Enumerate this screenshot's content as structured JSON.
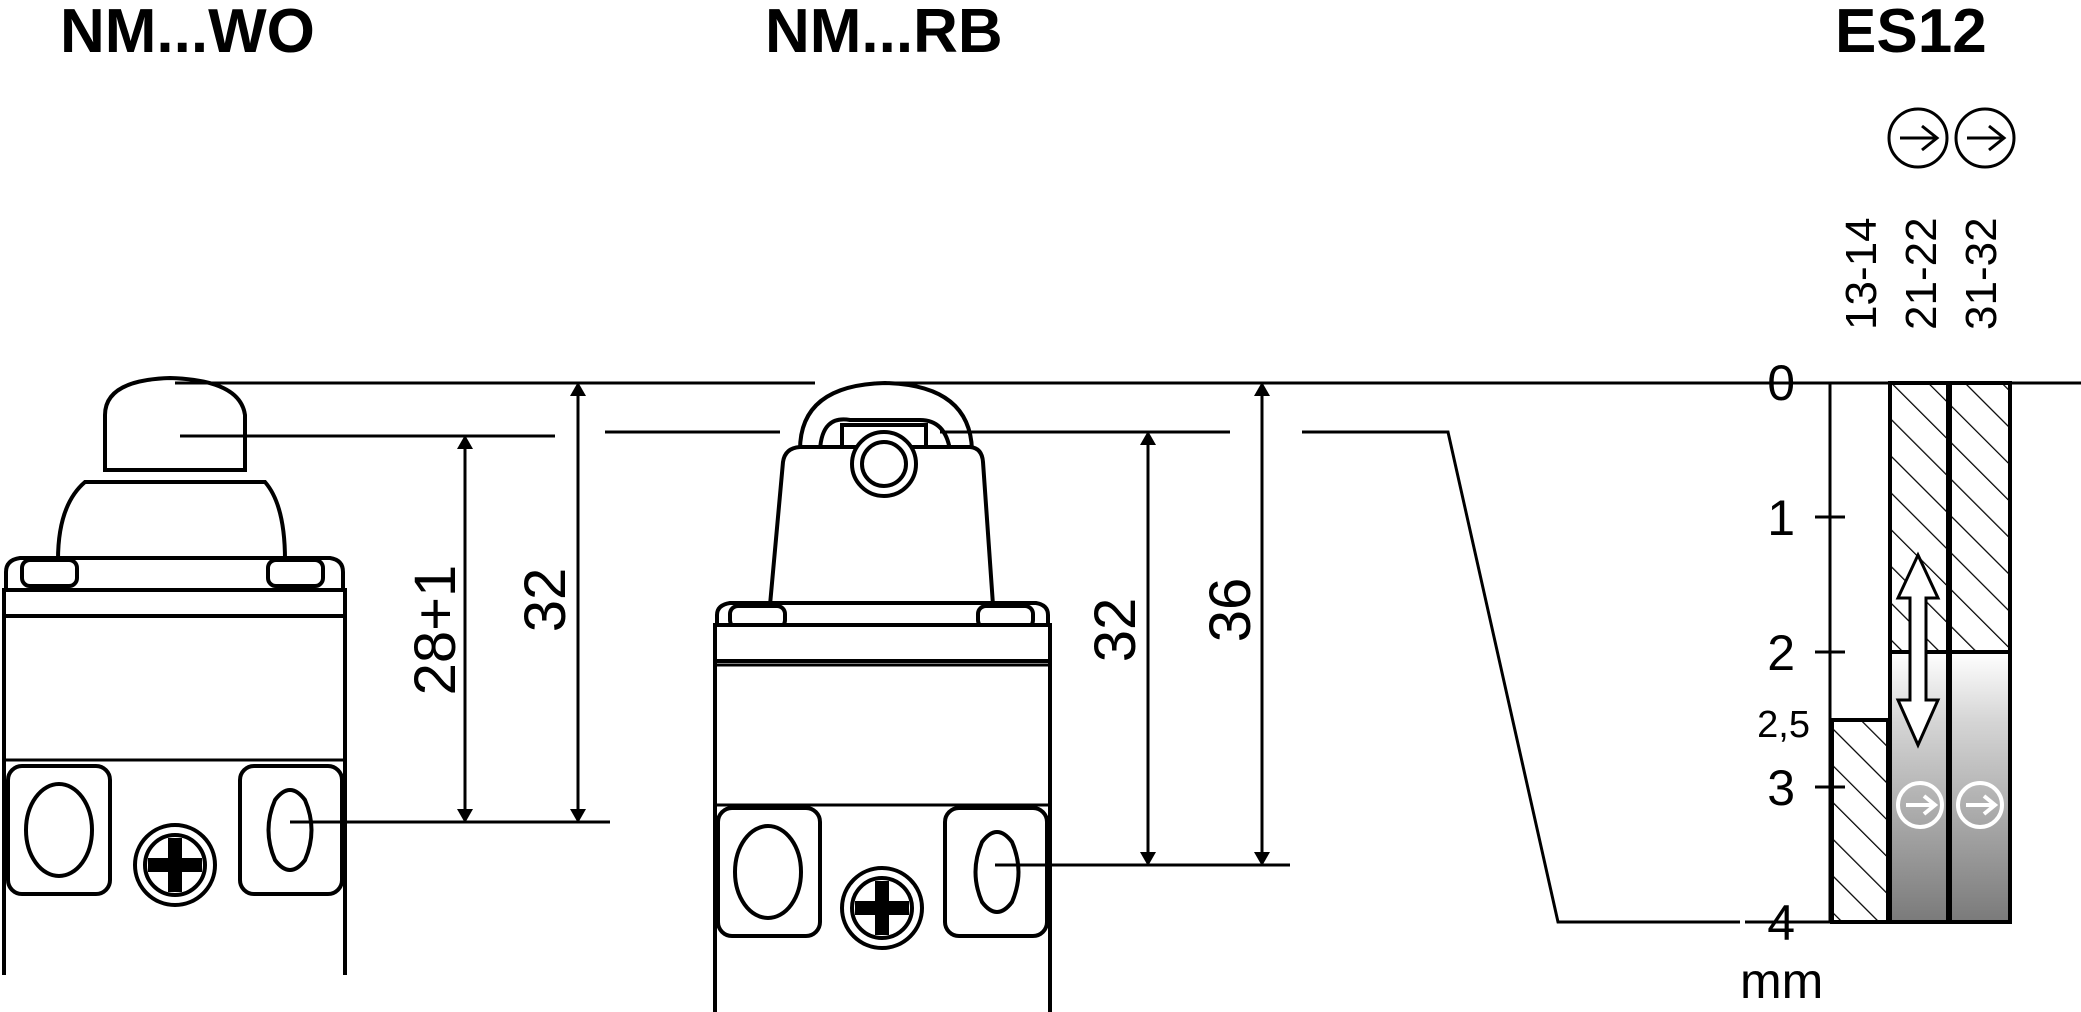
{
  "titles": {
    "left": "NM...WO",
    "middle": "NM...RB",
    "right": "ES12"
  },
  "dimensions": {
    "wo_inner": "28+1",
    "wo_outer": "32",
    "rb_inner": "32",
    "rb_outer": "36"
  },
  "contacts": [
    "13-14",
    "21-22",
    "31-32"
  ],
  "travel_scale": {
    "ticks": [
      "0",
      "1",
      "2",
      "2,5",
      "3",
      "4"
    ],
    "unit": "mm"
  },
  "icons": {
    "forced_opening": "arrow-in-circle-icon",
    "travel": "double-headed-arrow-icon"
  },
  "colors": {
    "line": "#000000",
    "background": "#ffffff",
    "gradient_light": "#ffffff",
    "gradient_dark": "#7a7a7a"
  }
}
